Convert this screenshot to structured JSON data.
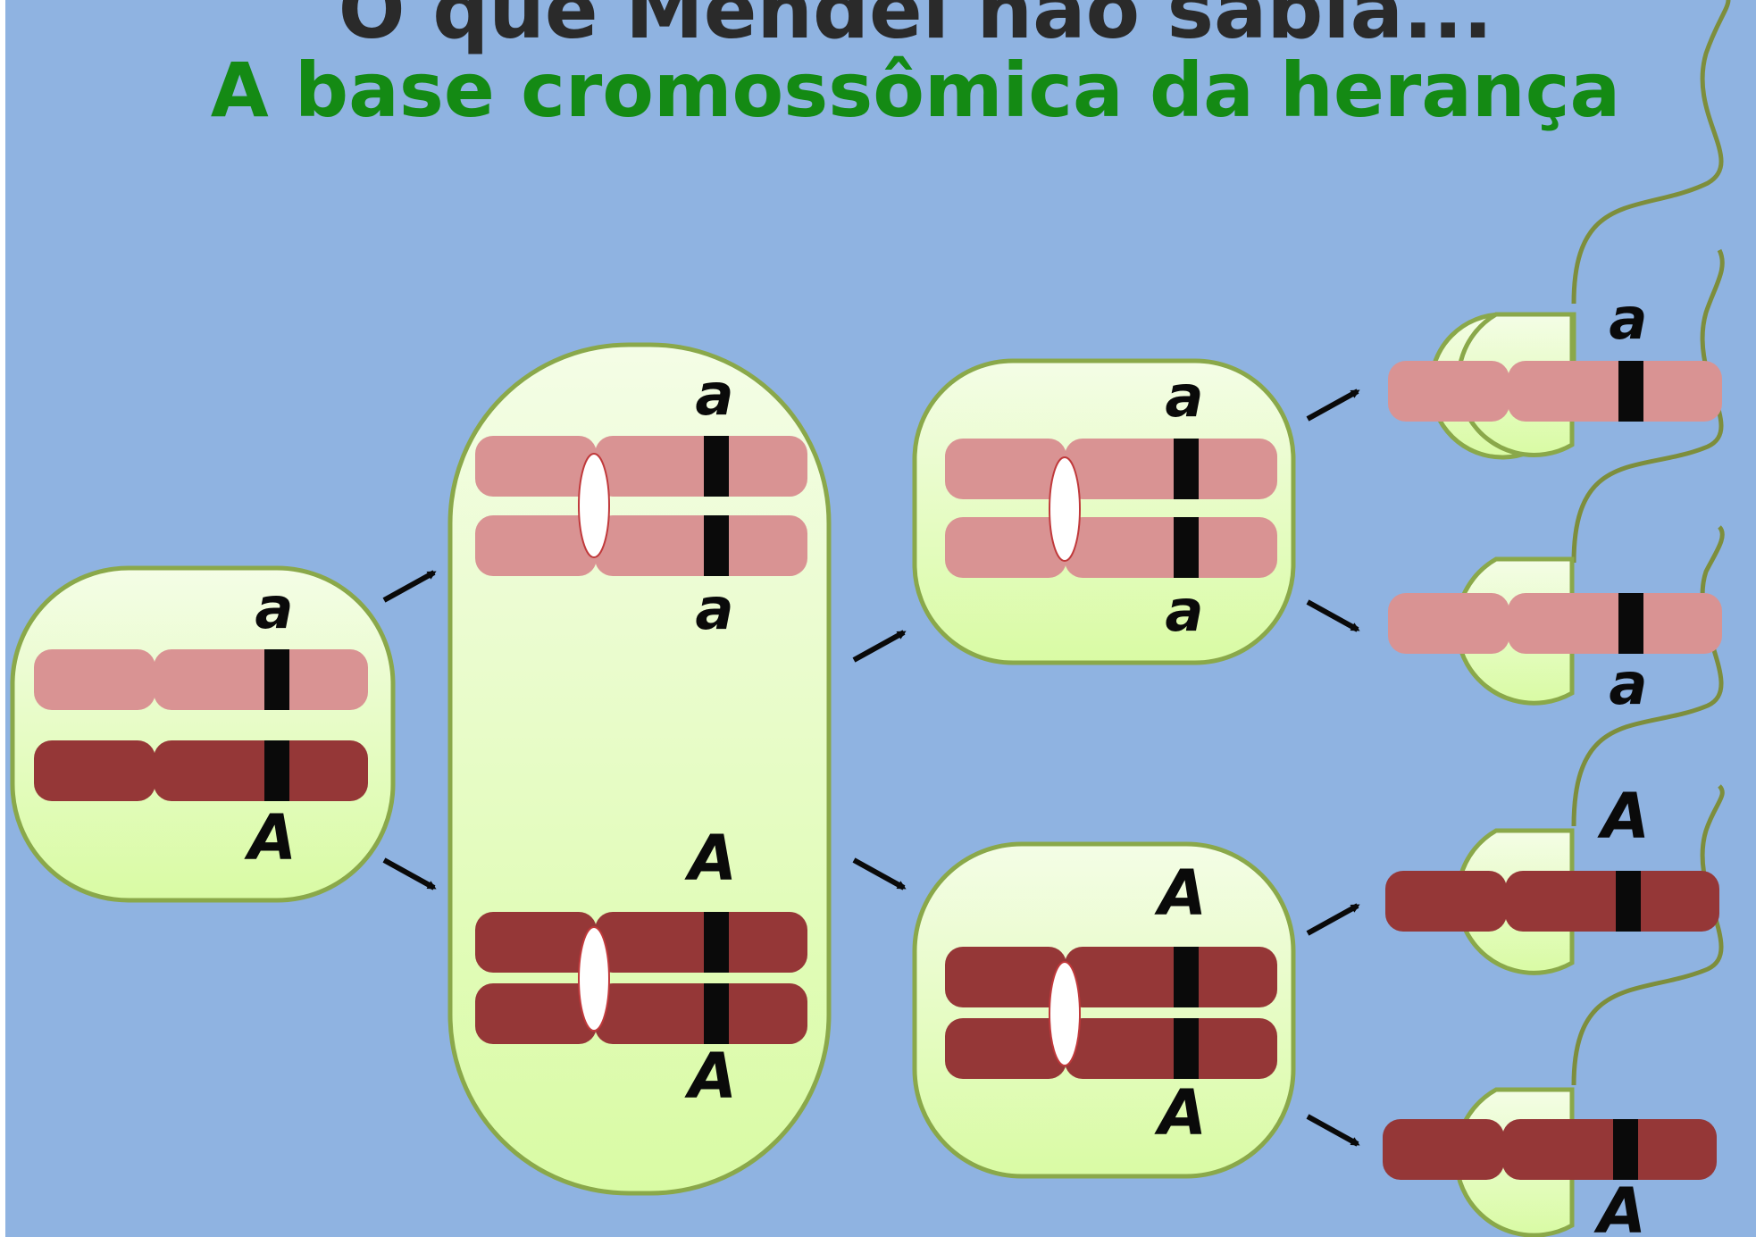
{
  "title": {
    "line1": "O que Mendel não sabia...",
    "line2": "A base cromossômica da herança"
  },
  "colors": {
    "background": "#8fb3e1",
    "title_line1": "#2a2a2a",
    "title_line2": "#148a14",
    "cell_fill_top": "#f4fde6",
    "cell_fill_bottom": "#d9fba4",
    "cell_border": "#8aa84a",
    "chromosome_light": "#d99393",
    "chromosome_dark": "#953737",
    "gene_band": "#0a0a0a",
    "centromere": "#ffffff",
    "centromere_border": "#c0393b",
    "flagellum": "#7d8e3c",
    "arrow": "#0a0a0a"
  },
  "alleles": {
    "cell_parent_light": "a",
    "cell_parent_dark": "A",
    "meiosis1_top_upper": "a",
    "meiosis1_top_lower": "a",
    "meiosis1_bottom_upper": "A",
    "meiosis1_bottom_lower": "A",
    "meiosis2_a_upper": "a",
    "meiosis2_a_lower": "a",
    "meiosis2_b_upper": "A",
    "meiosis2_b_lower": "A",
    "gamete_1": "a",
    "gamete_2": "a",
    "gamete_3": "A",
    "gamete_4": "A"
  }
}
